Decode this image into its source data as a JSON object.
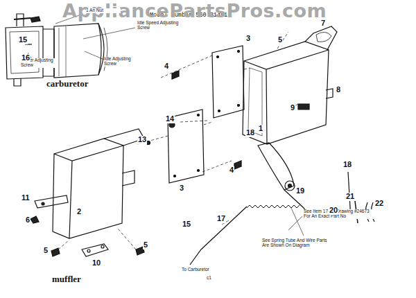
{
  "diagram": {
    "title": "Model Number 560.31491",
    "labels": [
      "AppliancePartsPros.com",
      "1 An Nut",
      "Idle Speed Adjusting Screw",
      "Idle Adjusting Screw",
      "Power Adjusting Screw",
      "carburetor",
      "muffler",
      "To Carburetor",
      "See Item 17 On Drawing #24673 For An Exact Part No",
      "See Spring Tube And Wire Parts Are Shown On Diagram",
      "c1",
      "1",
      "2",
      "3",
      "3",
      "4",
      "4",
      "5",
      "5",
      "5",
      "6",
      "7",
      "8",
      "9",
      "10",
      "11",
      "13",
      "14",
      "15",
      "15",
      "16",
      "17",
      "18",
      "18",
      "19",
      "20",
      "21",
      "22"
    ]
  }
}
